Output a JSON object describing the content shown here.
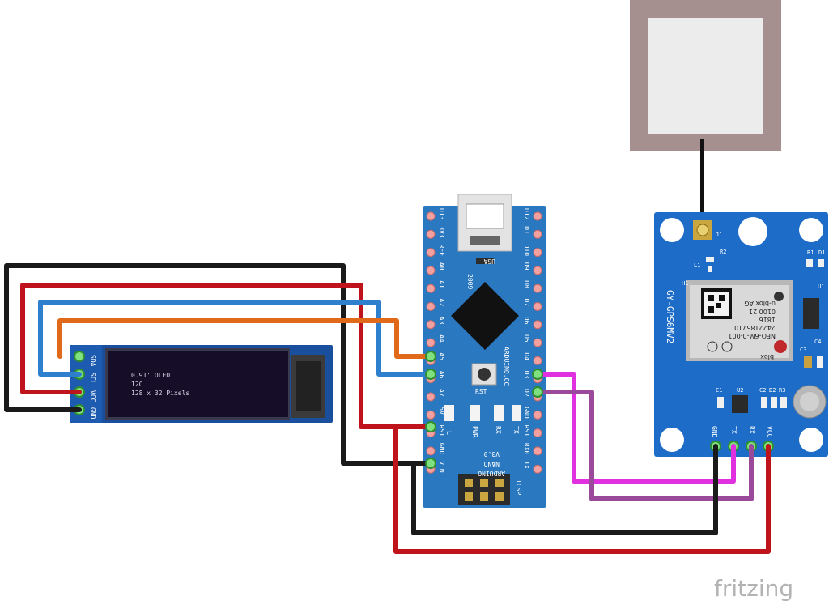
{
  "oled": {
    "pins": [
      "SDA",
      "SCL",
      "VCC",
      "GND"
    ],
    "lines": [
      "0.91' OLED",
      "I2C",
      "128 x 32 Pixels"
    ]
  },
  "nano": {
    "left_pins": [
      "D13",
      "3V3",
      "REF",
      "A0",
      "A1",
      "A2",
      "A3",
      "A4",
      "A5",
      "A6",
      "A7",
      "5V",
      "RST",
      "GND",
      "VIN"
    ],
    "right_pins": [
      "D12",
      "D11",
      "D10",
      "D9",
      "D8",
      "D7",
      "D6",
      "D5",
      "D4",
      "D3",
      "D2",
      "GND",
      "RST",
      "RX0",
      "TX1"
    ],
    "usa": "USA",
    "year": "2009",
    "rst": "RST",
    "site": "ARDUINO.CC",
    "leds": [
      "L",
      "PWR",
      "RX",
      "TX"
    ],
    "title": [
      "ARDUINO",
      "NANO",
      "V3.0"
    ],
    "icsp": "ICSP"
  },
  "gps": {
    "name": "GY-GPS6MV2",
    "module_lines": [
      "u-blox AG",
      "0100 21",
      "1816",
      "2422185710",
      "NEO-6M-0-001"
    ],
    "brand": "blox",
    "refs": [
      "J1",
      "R2",
      "L1",
      "H1",
      "R1",
      "D1",
      "U1",
      "C3",
      "C4",
      "C1",
      "U2",
      "C2",
      "D2",
      "R3"
    ],
    "pins": [
      "GND",
      "TX",
      "RX",
      "VCC"
    ]
  },
  "footer": {
    "brand": "fritzing"
  },
  "colors": {
    "black": "#1a1a1a",
    "red": "#c0141c",
    "blue": "#2f7fcf",
    "orange": "#e06a1a",
    "magenta": "#e030e0",
    "purple": "#9a4a9a",
    "board_blue": "#2a78c0",
    "gps_blue": "#1c6cc8"
  }
}
